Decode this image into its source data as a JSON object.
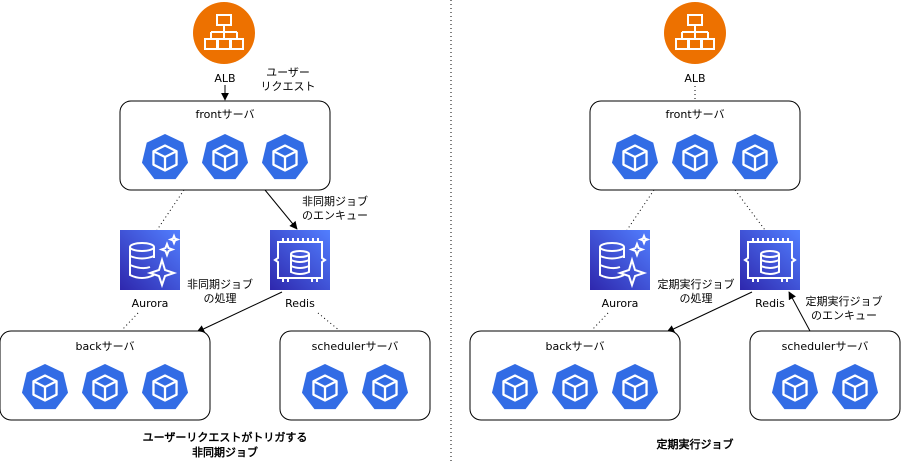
{
  "left": {
    "alb_label": "ALB",
    "request_label": [
      "ユーザー",
      "リクエスト"
    ],
    "front_label": "frontサーバ",
    "enqueue_label": [
      "非同期ジョブ",
      "のエンキュー"
    ],
    "aurora_label": "Aurora",
    "redis_label": "Redis",
    "process_label": [
      "非同期ジョブ",
      "の処理"
    ],
    "back_label": "backサーバ",
    "scheduler_label": "schedulerサーバ",
    "caption": [
      "ユーザーリクエストがトリガする",
      "非同期ジョブ"
    ]
  },
  "right": {
    "alb_label": "ALB",
    "front_label": "frontサーバ",
    "aurora_label": "Aurora",
    "redis_label": "Redis",
    "process_label": [
      "定期実行ジョブ",
      "の処理"
    ],
    "enqueue_label": [
      "定期実行ジョブ",
      "のエンキュー"
    ],
    "back_label": "backサーバ",
    "scheduler_label": "schedulerサーバ",
    "caption": "定期実行ジョブ"
  },
  "icons": {
    "alb": "load-balancer-icon",
    "k8s": "kubernetes-node-icon",
    "aurora": "aurora-database-icon",
    "redis": "elasticache-redis-icon"
  },
  "colors": {
    "alb": "#ED7100",
    "k8s": "#326CE5",
    "aws_db": "#3B48CC"
  }
}
